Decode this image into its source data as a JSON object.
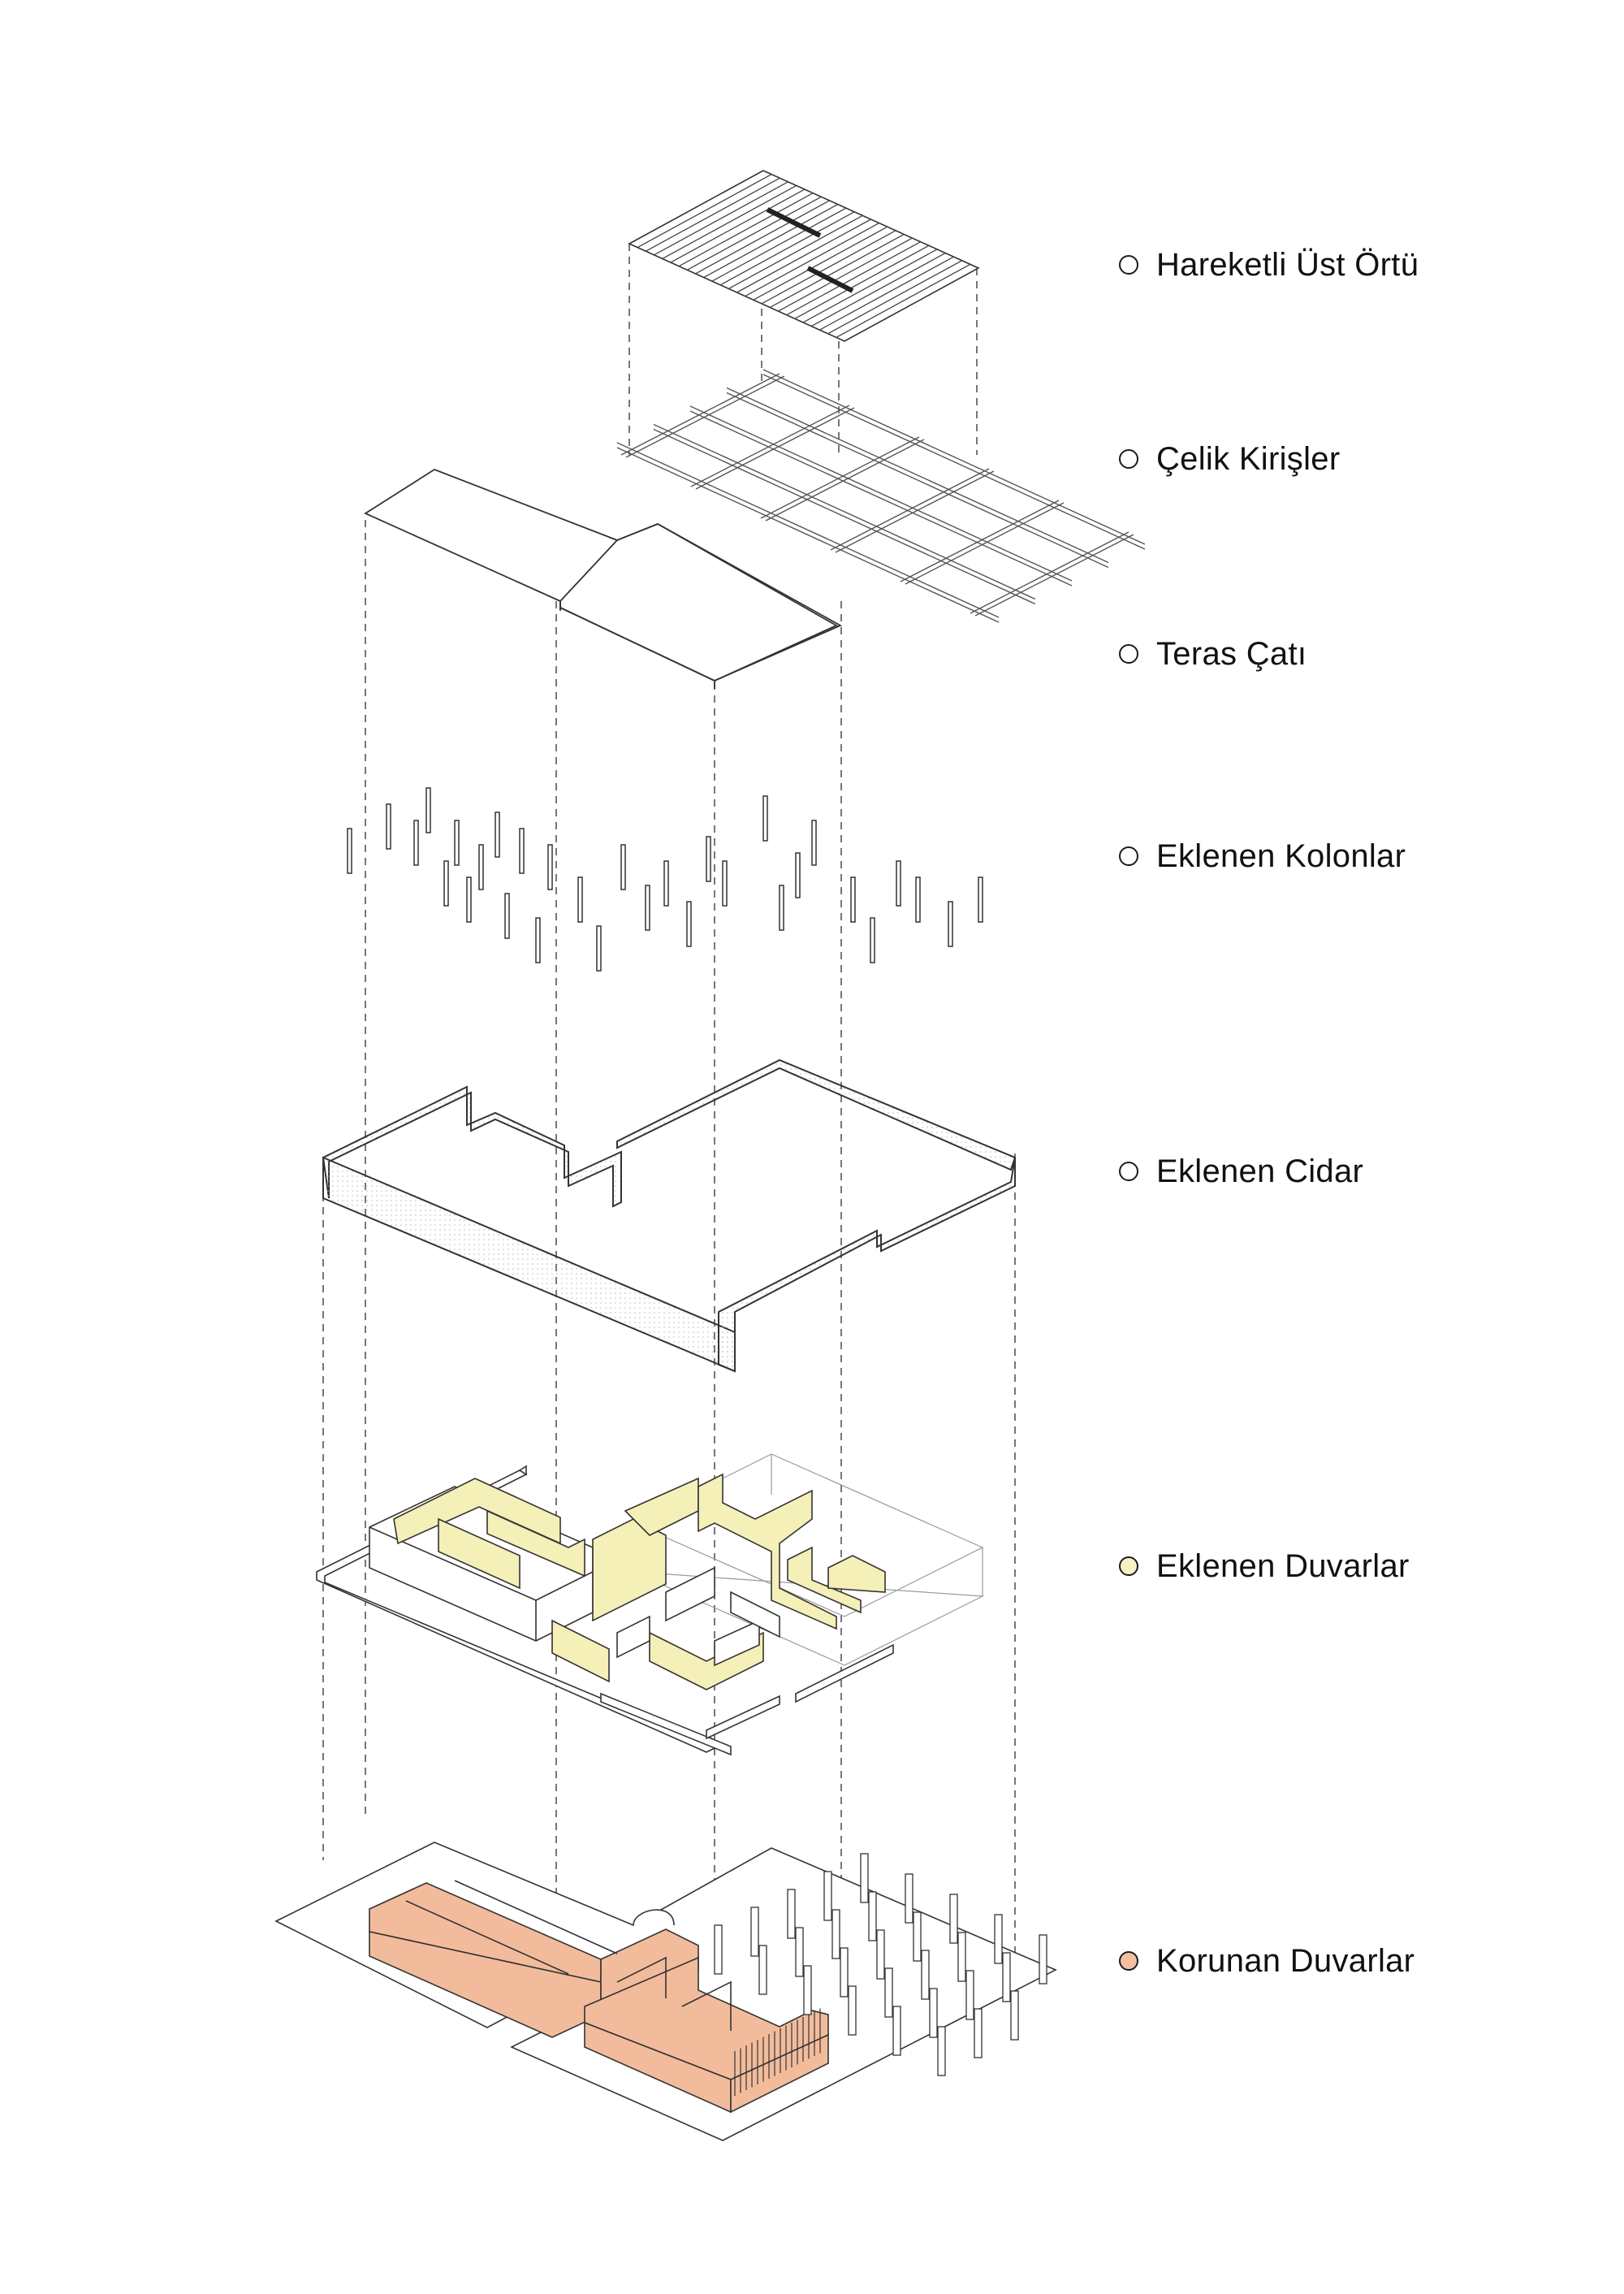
{
  "diagram": {
    "kind": "exploded axonometric",
    "layers": [
      {
        "id": "hareketli-ust-ortu",
        "label": "Hareketli Üst Örtü",
        "color": "#ffffff"
      },
      {
        "id": "celik-kirisler",
        "label": "Çelik Kirişler",
        "color": "#ffffff"
      },
      {
        "id": "teras-cati",
        "label": "Teras Çatı",
        "color": "#ffffff"
      },
      {
        "id": "eklenen-kolonlar",
        "label": "Eklenen Kolonlar",
        "color": "#ffffff"
      },
      {
        "id": "eklenen-cidar",
        "label": "Eklenen Cidar",
        "color": "#ffffff"
      },
      {
        "id": "eklenen-duvarlar",
        "label": "Eklenen Duvarlar",
        "color": "#f7f2c3"
      },
      {
        "id": "korunan-duvarlar",
        "label": "Korunan Duvarlar",
        "color": "#f3c0a2"
      }
    ],
    "line_color": "#333333",
    "accent_added_walls": "#f5efb8",
    "accent_preserved_walls": "#f2bc9c"
  }
}
